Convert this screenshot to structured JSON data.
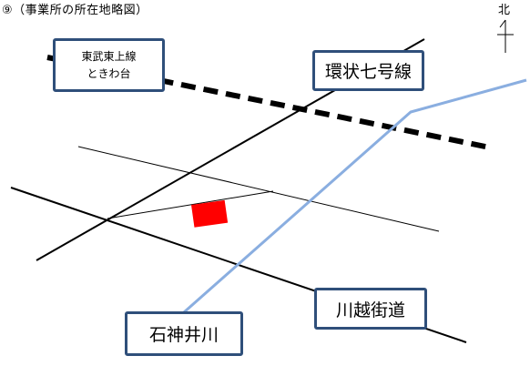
{
  "title": "⑨（事業所の所在地略図）",
  "north": {
    "label": "北",
    "icon": "north-arrow-icon"
  },
  "labels": {
    "tobu_line_1": "東武東上線",
    "tobu_line_2": "ときわ台",
    "kanjo7": "環状七号線",
    "kawagoe": "川越街道",
    "shakujii": "石神井川"
  },
  "colors": {
    "label_border": "#2f4f7a",
    "river": "#8aaee0",
    "site": "#ff0000",
    "rail": "#000000"
  },
  "markers": {
    "site": "office-location-marker"
  }
}
